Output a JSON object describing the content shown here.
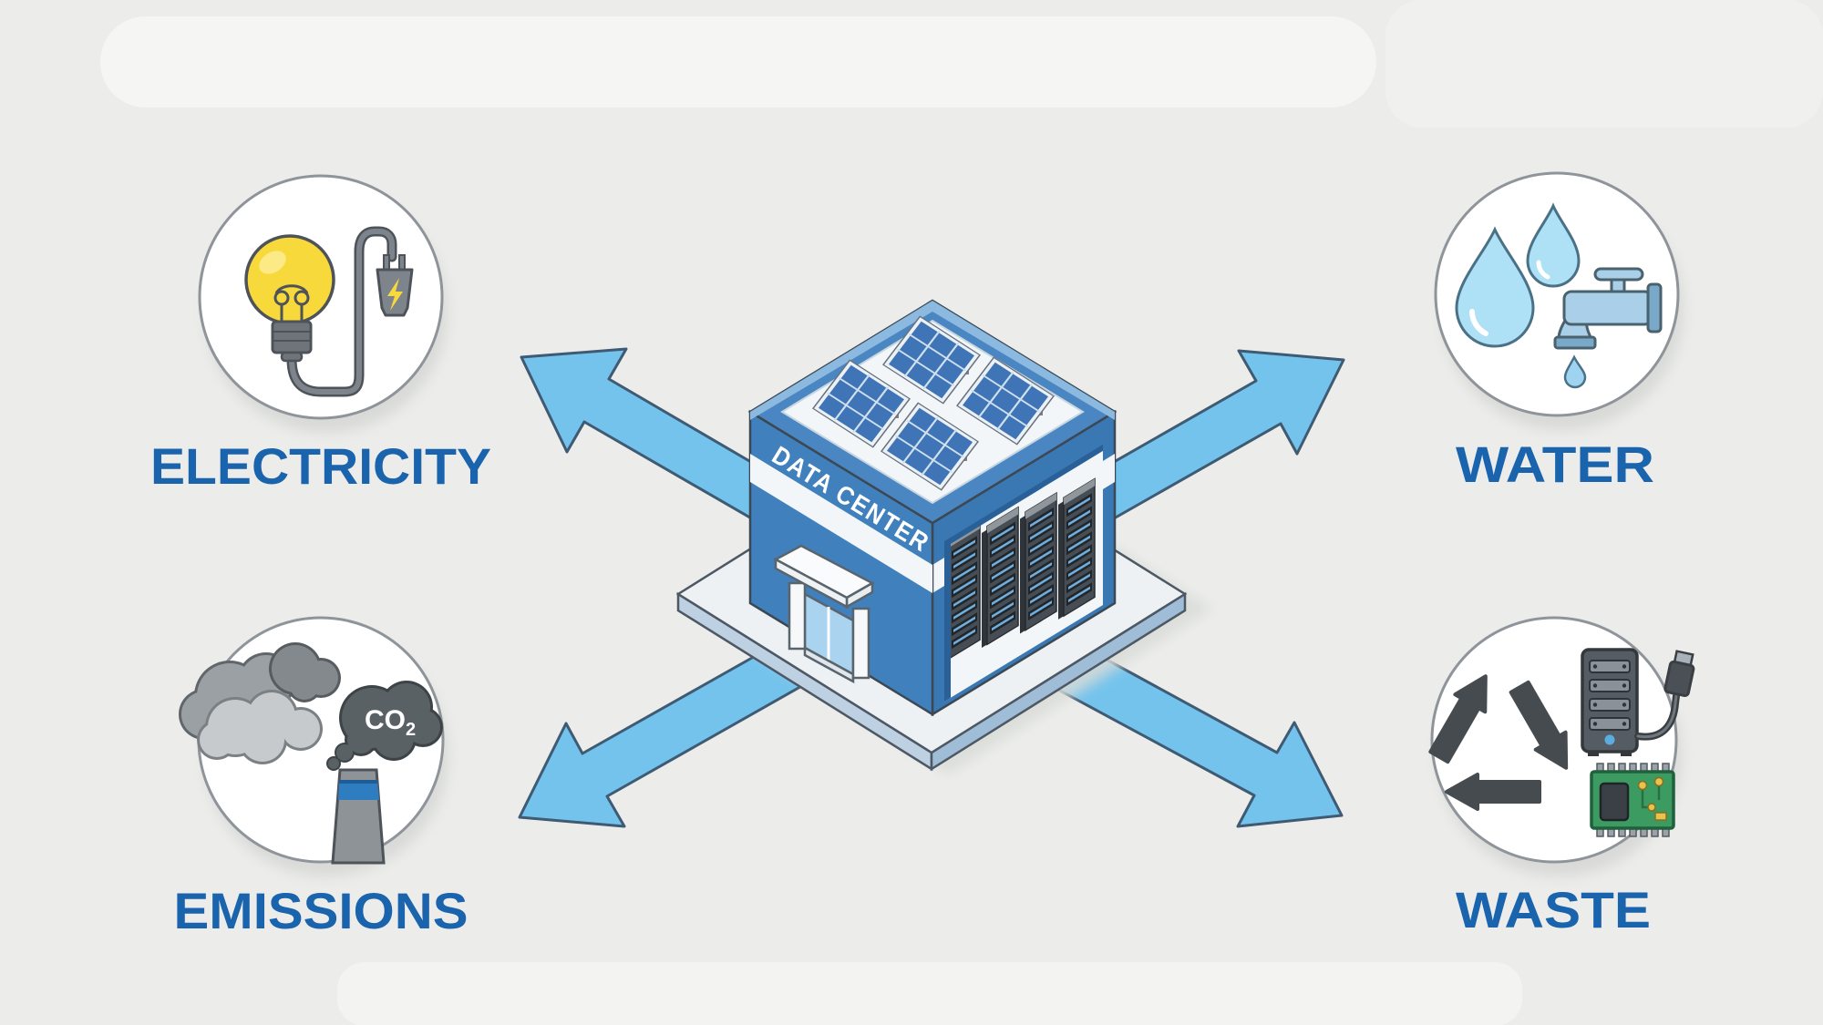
{
  "scene": {
    "type": "isometric-infographic",
    "background_color": "#ecedeb",
    "arrow_fill": "#74c3ec",
    "arrow_outline": "#3f5a73",
    "label_color": "#1a63ad",
    "building": {
      "label": "DATA CENTER",
      "icon": "data-center-building-icon",
      "face_blue": "#4080bd",
      "roof_frame_blue": "#4a86c2",
      "solar_panel_blue": "#3f74b6",
      "features": [
        "solar-panels-on-roof",
        "server-racks-cutaway",
        "entrance-door"
      ]
    },
    "nodes": [
      {
        "id": "electricity",
        "label": "ELECTRICITY",
        "icon": "lightbulb-plug-icon",
        "position": "top-left",
        "icon_colors": {
          "bulb": "#f8d93c",
          "cord": "#7d848b"
        }
      },
      {
        "id": "water",
        "label": "WATER",
        "icon": "water-drops-faucet-icon",
        "position": "top-right",
        "icon_colors": {
          "drop": "#aee0f6",
          "faucet": "#a9cfe9"
        }
      },
      {
        "id": "emissions",
        "label": "EMISSIONS",
        "icon": "co2-clouds-smokestack-icon",
        "position": "bottom-left",
        "co2": {
          "main": "CO",
          "sub": "2"
        },
        "icon_colors": {
          "co2_cloud": "#596165",
          "stack": "#8d9397",
          "stack_band": "#2e7dc1"
        }
      },
      {
        "id": "waste",
        "label": "WASTE",
        "icon": "recycle-ewaste-icon",
        "position": "bottom-right",
        "icon_colors": {
          "recycle": "#464b50",
          "pcb": "#3c9b61"
        }
      }
    ]
  }
}
